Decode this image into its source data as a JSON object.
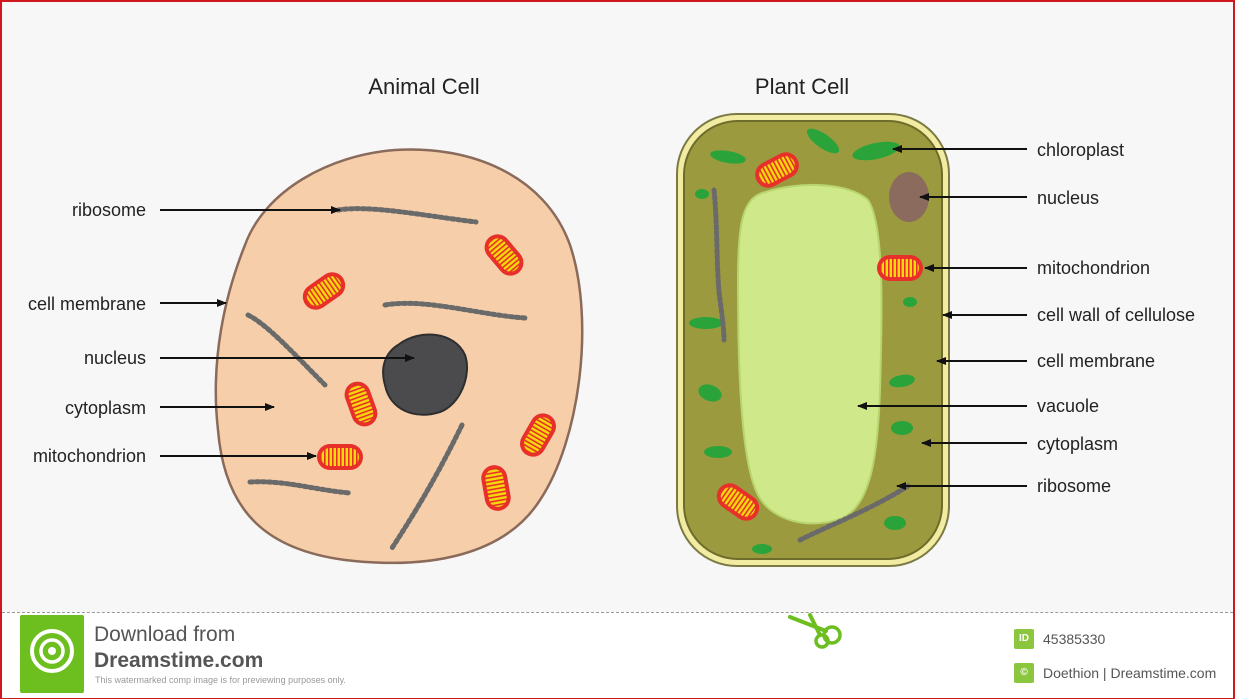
{
  "animal_cell": {
    "title": "Animal Cell",
    "labels": {
      "ribosome": "ribosome",
      "cell_membrane": "cell membrane",
      "nucleus": "nucleus",
      "cytoplasm": "cytoplasm",
      "mitochondrion": "mitochondrion"
    }
  },
  "plant_cell": {
    "title": "Plant Cell",
    "labels": {
      "chloroplast": "chloroplast",
      "nucleus": "nucleus",
      "mitochondrion": "mitochondrion",
      "cell_wall": "cell wall of cellulose",
      "cell_membrane": "cell membrane",
      "vacuole": "vacuole",
      "cytoplasm": "cytoplasm",
      "ribosome": "ribosome"
    }
  },
  "footer": {
    "download_text": "Download from",
    "site_name": "Dreamstime.com",
    "note": "This watermarked comp image is for previewing purposes only.",
    "id_badge": "ID",
    "image_id": "45385330",
    "copyright_badge": "©",
    "credit": "Doethion | Dreamstime.com"
  },
  "colors": {
    "frame_border": "#d0171e",
    "animal_cell_fill": "#f6cfaa",
    "plant_wall": "#f2eba2",
    "plant_cytoplasm": "#9b9a3e",
    "vacuole": "#cfe98a",
    "chloroplast": "#2aa33a",
    "mitochondrion_outer": "#e8302a",
    "mitochondrion_inner": "#f5d90a",
    "nucleus_animal": "#4b4b4d",
    "nucleus_plant": "#8a6b5e",
    "brand_green": "#6cbf1f"
  }
}
